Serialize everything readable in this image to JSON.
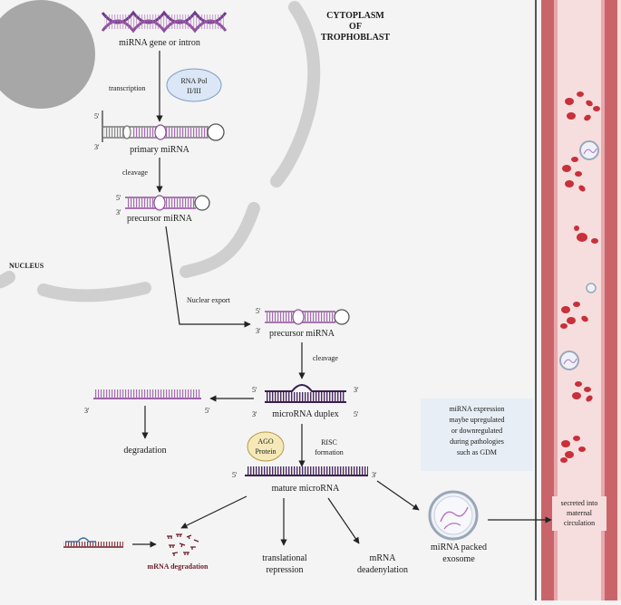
{
  "regions": {
    "cytoplasm_line1": "CYTOPLASM",
    "cytoplasm_line2": "OF",
    "cytoplasm_line3": "TROPHOBLAST",
    "nucleus": "NUCLEUS"
  },
  "labels": {
    "gene": "miRNA gene or intron",
    "transcription": "transcription",
    "rna_pol_line1": "RNA Pol",
    "rna_pol_line2": "II/III",
    "primary": "primary miRNA",
    "cleavage1": "cleavage",
    "precursor1": "precursor miRNA",
    "nuclear_export": "Nuclear export",
    "precursor2": "precursor miRNA",
    "cleavage2": "cleavage",
    "duplex": "microRNA duplex",
    "degradation": "degradation",
    "ago_line1": "AGO",
    "ago_line2": "Protein",
    "risc_line1": "RISC",
    "risc_line2": "formation",
    "mature": "mature microRNA",
    "mrna_degradation": "mRNA degradation",
    "transl_line1": "translational",
    "transl_line2": "repression",
    "dead_line1": "mRNA",
    "dead_line2": "deadenylation",
    "exosome_line1": "miRNA packed",
    "exosome_line2": "exosome",
    "expr_line1": "miRNA expression",
    "expr_line2": "maybe upregulated",
    "expr_line3": "or downregulated",
    "expr_line4": "during pathologies",
    "expr_line5": "such as GDM",
    "secreted_line1": "secreted into",
    "secreted_line2": "maternal",
    "secreted_line3": "circulation"
  },
  "ends": {
    "five": "5'",
    "three": "3'"
  },
  "colors": {
    "background": "#f4f4f4",
    "nucleus_membrane": "#cfcfcf",
    "nucleolus": "#a7a7a7",
    "rna_purple": "#8e4e9a",
    "duplex_dark": "#3a1f4f",
    "rna_pol_fill": "#dbe7f6",
    "ago_fill": "#f5e9b8",
    "vessel_wall": "#c9656a",
    "vessel_lumen": "#f7dede",
    "rbc": "#c8303a",
    "mrna_degradation_text": "#6d1f2a"
  }
}
